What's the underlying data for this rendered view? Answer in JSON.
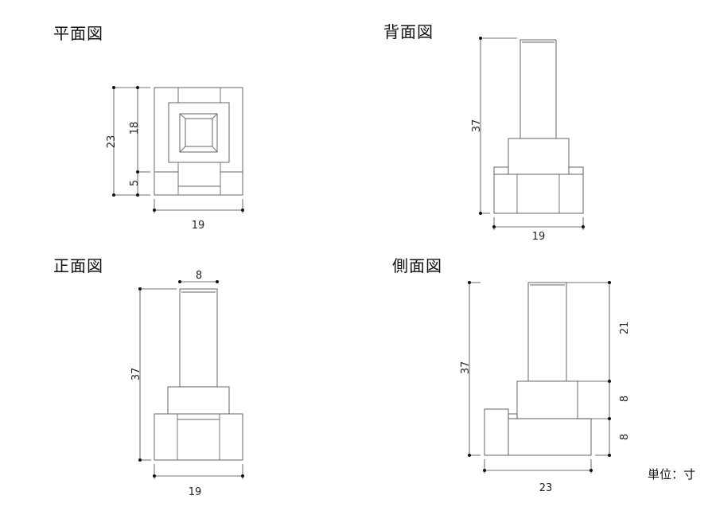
{
  "views": {
    "plan": {
      "title": "平面図",
      "dims": {
        "total": "23",
        "upper": "18",
        "lower": "5",
        "width": "19"
      }
    },
    "back": {
      "title": "背面図",
      "dims": {
        "height": "37",
        "width": "19"
      }
    },
    "front": {
      "title": "正面図",
      "dims": {
        "height": "37",
        "width": "19",
        "top": "8"
      }
    },
    "side": {
      "title": "側面図",
      "dims": {
        "height": "37",
        "width": "23",
        "upper": "21",
        "middle": "8",
        "lower": "8"
      }
    }
  },
  "unit_label": "単位：寸"
}
